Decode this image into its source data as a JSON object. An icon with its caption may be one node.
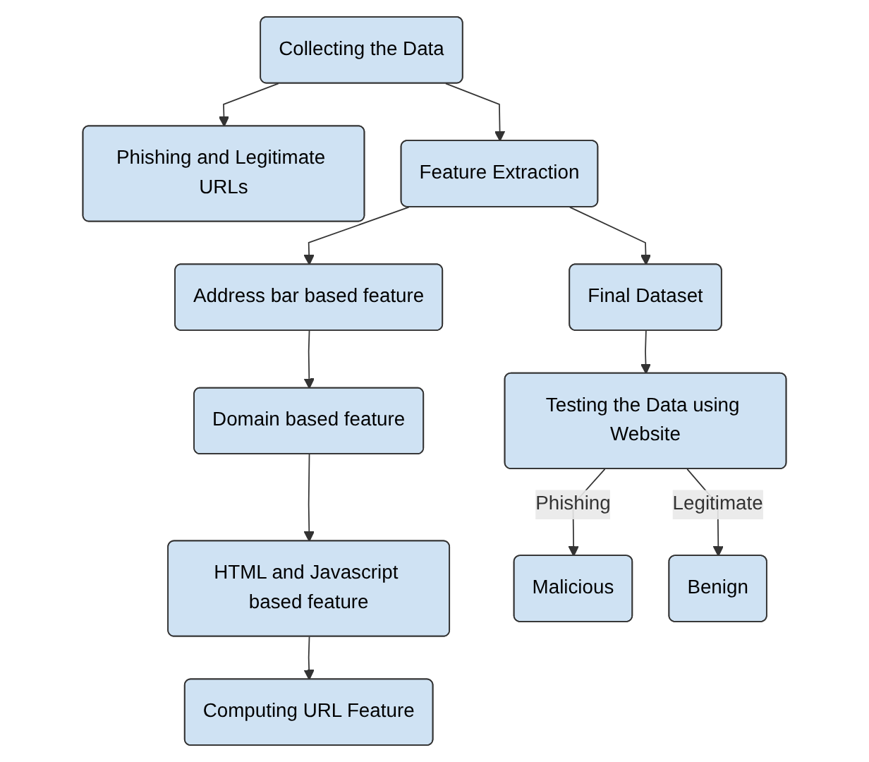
{
  "diagram": {
    "nodes": [
      {
        "text": [
          "Collecting the Data"
        ]
      },
      {
        "text": [
          "Phishing and Legitimate URLs"
        ]
      },
      {
        "text": [
          "Feature Extraction"
        ]
      },
      {
        "text": [
          "Address bar based feature"
        ]
      },
      {
        "text": [
          "Domain based feature"
        ]
      },
      {
        "text": [
          "HTML and Javascript based feature"
        ]
      },
      {
        "text": [
          "Computing URL Feature"
        ]
      },
      {
        "text": [
          "Final Dataset"
        ]
      },
      {
        "text": [
          "Testing the Data using Website"
        ]
      },
      {
        "text": [
          "Malicious"
        ]
      },
      {
        "text": [
          "Benign"
        ]
      }
    ],
    "edges": [
      {
        "from": 0,
        "to": 1,
        "arrow": "to"
      },
      {
        "from": 0,
        "to": 2,
        "arrow": "to"
      },
      {
        "from": 2,
        "to": 3,
        "arrow": "to"
      },
      {
        "from": 3,
        "to": 4,
        "arrow": "to"
      },
      {
        "from": 4,
        "to": 5,
        "arrow": "to"
      },
      {
        "from": 5,
        "to": 6,
        "arrow": "to"
      },
      {
        "from": 2,
        "to": 7,
        "arrow": "to"
      },
      {
        "from": 7,
        "to": 8,
        "arrow": "to"
      },
      {
        "from": 8,
        "to": 9,
        "arrow": "to",
        "label": "Phishing"
      },
      {
        "from": 8,
        "to": 10,
        "arrow": "to",
        "label": "Legitimate"
      }
    ]
  }
}
